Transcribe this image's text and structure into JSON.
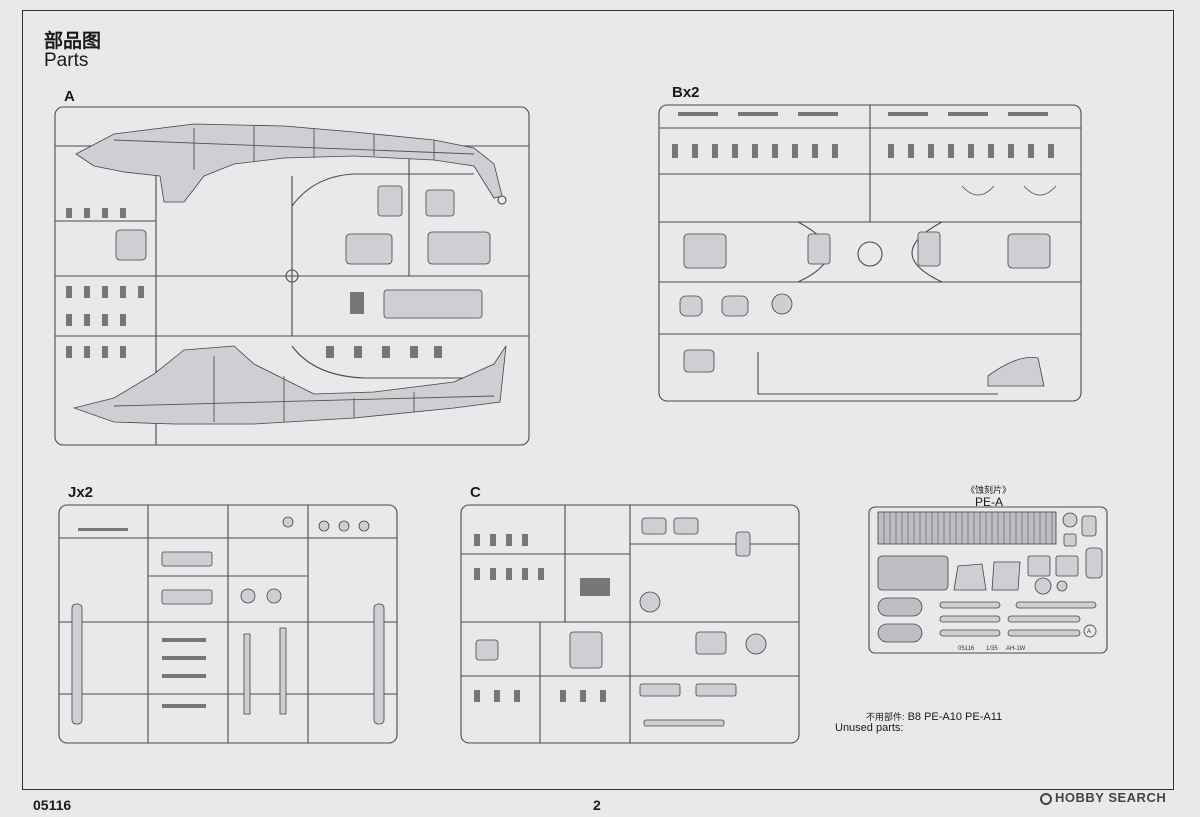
{
  "header": {
    "title_cn": "部品图",
    "title_en": "Parts"
  },
  "sprues": {
    "a": "A",
    "b": "Bx2",
    "j": "Jx2",
    "c": "C"
  },
  "photo_etch": {
    "label_cn": "《蚀刻片》",
    "label": "PE-A",
    "sheet_code": "05116",
    "sheet_scale": "1/35",
    "sheet_model": "AH-1W",
    "sheet_letter": "A"
  },
  "unused": {
    "label_cn": "不用部件:",
    "parts": "B8  PE-A10  PE-A11",
    "label_en": "Unused parts:"
  },
  "footer": {
    "code": "05116",
    "page": "2"
  },
  "watermark": "HOBBY SEARCH"
}
